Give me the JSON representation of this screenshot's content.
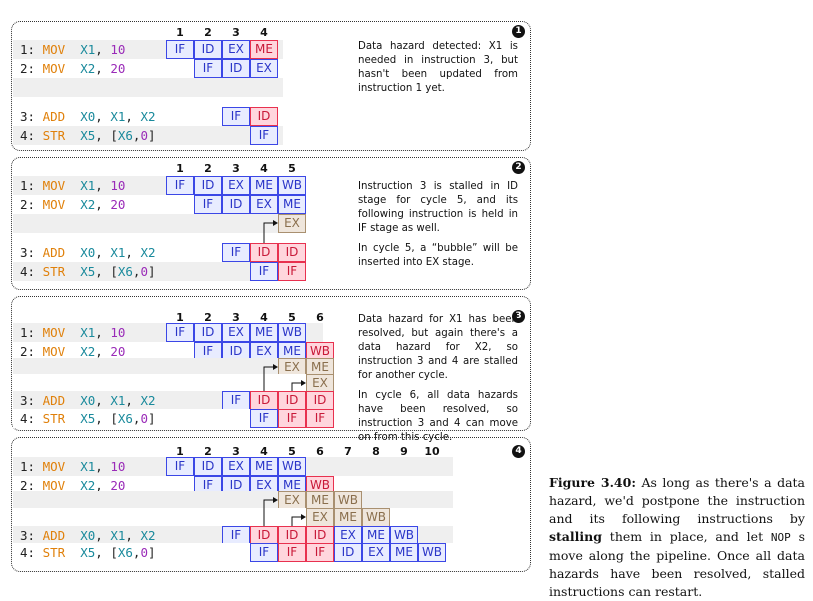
{
  "panels": [
    {
      "badge": "1",
      "cycles": [
        "1",
        "2",
        "3",
        "4"
      ],
      "code": [
        {
          "num": "1:",
          "op": "MOV",
          "args": [
            [
              "X1",
              "reg"
            ],
            [
              ", ",
              ""
            ],
            [
              "10",
              "num"
            ]
          ]
        },
        {
          "num": "2:",
          "op": "MOV",
          "args": [
            [
              "X2",
              "reg"
            ],
            [
              ", ",
              ""
            ],
            [
              "20",
              "num"
            ]
          ]
        },
        {
          "num": "3:",
          "op": "ADD",
          "args": [
            [
              "X0",
              "reg"
            ],
            [
              ", ",
              ""
            ],
            [
              "X1",
              "reg"
            ],
            [
              ", ",
              ""
            ],
            [
              "X2",
              "reg"
            ]
          ]
        },
        {
          "num": "4:",
          "op": "STR",
          "args": [
            [
              "X5",
              "reg"
            ],
            [
              ", [",
              ""
            ],
            [
              "X6",
              "reg"
            ],
            [
              ",",
              ""
            ],
            [
              "0",
              "num"
            ],
            [
              "]",
              ""
            ]
          ]
        }
      ],
      "note": [
        "Data hazard detected: X1 is needed in instruction 3, but hasn't been updated from instruction 1 yet."
      ]
    },
    {
      "badge": "2",
      "cycles": [
        "1",
        "2",
        "3",
        "4",
        "5"
      ],
      "note": [
        "Instruction 3 is stalled in ID stage for cycle 5, and its following instruction is held in IF stage as well.",
        "In cycle 5, a “bubble” will be inserted into EX stage."
      ]
    },
    {
      "badge": "3",
      "cycles": [
        "1",
        "2",
        "3",
        "4",
        "5",
        "6"
      ],
      "note": [
        "Data hazard for X1 has been resolved, but again there's a data hazard for X2, so instruction 3 and 4 are stalled for another cycle.",
        "In cycle 6, all data hazards have been resolved, so instruction 3 and 4 can move on from this cycle."
      ]
    },
    {
      "badge": "4",
      "cycles": [
        "1",
        "2",
        "3",
        "4",
        "5",
        "6",
        "7",
        "8",
        "9",
        "10"
      ]
    }
  ],
  "caption": {
    "label": "Figure 3.40:",
    "text1": " As long as there's a data hazard, we'd postpone the instruction and its following instructions by ",
    "bold": "stalling",
    "text2": " them in place, and let ",
    "mono": "NOP",
    "text3": " s move along the pipeline. Once all data hazards have been resolved, stalled instructions can restart."
  },
  "stages": {
    "p1": [
      [
        [
          "IF",
          "b"
        ],
        [
          "ID",
          "b"
        ],
        [
          "EX",
          "b"
        ],
        [
          "ME",
          "r"
        ]
      ],
      [
        null,
        [
          "IF",
          "b"
        ],
        [
          "ID",
          "b"
        ],
        [
          "EX",
          "b"
        ]
      ],
      [],
      [
        null,
        null,
        [
          "IF",
          "b"
        ],
        [
          "ID",
          "r"
        ]
      ],
      [
        null,
        null,
        null,
        [
          "IF",
          "b"
        ]
      ]
    ],
    "p2": [
      [
        [
          "IF",
          "b"
        ],
        [
          "ID",
          "b"
        ],
        [
          "EX",
          "b"
        ],
        [
          "ME",
          "b"
        ],
        [
          "WB",
          "b"
        ]
      ],
      [
        null,
        [
          "IF",
          "b"
        ],
        [
          "ID",
          "b"
        ],
        [
          "EX",
          "b"
        ],
        [
          "ME",
          "b"
        ]
      ],
      [
        null,
        null,
        null,
        null,
        [
          "EX",
          "n"
        ]
      ],
      [
        null,
        null,
        [
          "IF",
          "b"
        ],
        [
          "ID",
          "r"
        ],
        [
          "ID",
          "r"
        ]
      ],
      [
        null,
        null,
        null,
        [
          "IF",
          "b"
        ],
        [
          "IF",
          "r"
        ]
      ]
    ],
    "p3": [
      [
        [
          "IF",
          "b"
        ],
        [
          "ID",
          "b"
        ],
        [
          "EX",
          "b"
        ],
        [
          "ME",
          "b"
        ],
        [
          "WB",
          "b"
        ]
      ],
      [
        null,
        [
          "IF",
          "b"
        ],
        [
          "ID",
          "b"
        ],
        [
          "EX",
          "b"
        ],
        [
          "ME",
          "b"
        ],
        [
          "WB",
          "r"
        ]
      ],
      [
        null,
        null,
        null,
        null,
        [
          "EX",
          "n"
        ],
        [
          "ME",
          "n"
        ]
      ],
      [
        null,
        null,
        null,
        null,
        null,
        [
          "EX",
          "n"
        ]
      ],
      [
        null,
        null,
        [
          "IF",
          "b"
        ],
        [
          "ID",
          "r"
        ],
        [
          "ID",
          "r"
        ],
        [
          "ID",
          "r"
        ]
      ],
      [
        null,
        null,
        null,
        [
          "IF",
          "b"
        ],
        [
          "IF",
          "r"
        ],
        [
          "IF",
          "r"
        ]
      ]
    ],
    "p4": [
      [
        [
          "IF",
          "b"
        ],
        [
          "ID",
          "b"
        ],
        [
          "EX",
          "b"
        ],
        [
          "ME",
          "b"
        ],
        [
          "WB",
          "b"
        ]
      ],
      [
        null,
        [
          "IF",
          "b"
        ],
        [
          "ID",
          "b"
        ],
        [
          "EX",
          "b"
        ],
        [
          "ME",
          "b"
        ],
        [
          "WB",
          "r"
        ]
      ],
      [
        null,
        null,
        null,
        null,
        [
          "EX",
          "n"
        ],
        [
          "ME",
          "n"
        ],
        [
          "WB",
          "n"
        ]
      ],
      [
        null,
        null,
        null,
        null,
        null,
        [
          "EX",
          "n"
        ],
        [
          "ME",
          "n"
        ],
        [
          "WB",
          "n"
        ]
      ],
      [
        null,
        null,
        [
          "IF",
          "b"
        ],
        [
          "ID",
          "r"
        ],
        [
          "ID",
          "r"
        ],
        [
          "ID",
          "r"
        ],
        [
          "EX",
          "b"
        ],
        [
          "ME",
          "b"
        ],
        [
          "WB",
          "b"
        ]
      ],
      [
        null,
        null,
        null,
        [
          "IF",
          "b"
        ],
        [
          "IF",
          "r"
        ],
        [
          "IF",
          "r"
        ],
        [
          "ID",
          "b"
        ],
        [
          "EX",
          "b"
        ],
        [
          "ME",
          "b"
        ],
        [
          "WB",
          "b"
        ]
      ]
    ]
  }
}
